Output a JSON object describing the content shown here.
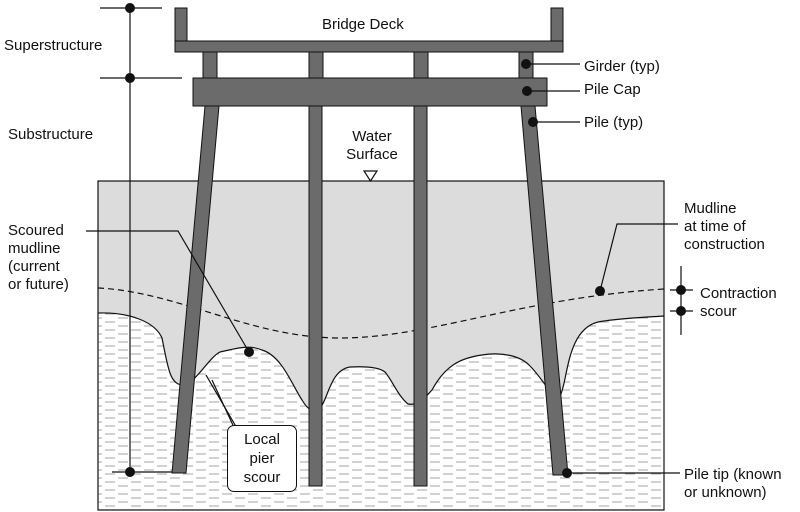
{
  "labels": {
    "bridge_deck": "Bridge Deck",
    "superstructure": "Superstructure",
    "substructure": "Substructure",
    "girder": "Girder (typ)",
    "pile_cap": "Pile Cap",
    "pile": "Pile (typ)",
    "water_surface_1": "Water",
    "water_surface_2": "Surface",
    "mudline_1": "Mudline",
    "mudline_2": "at time of",
    "mudline_3": "construction",
    "scoured_1": "Scoured",
    "scoured_2": "mudline",
    "scoured_3": "(current",
    "scoured_4": "or future)",
    "contraction_1": "Contraction",
    "contraction_2": "scour",
    "local_1": "Local",
    "local_2": "pier",
    "local_3": "scour",
    "pile_tip_1": "Pile tip (known",
    "pile_tip_2": "or unknown)"
  },
  "colors": {
    "water": "#dcdcdc",
    "structure": "#6b6b6b",
    "outline": "#111111",
    "soil_hatch": "#9a9a9a",
    "background": "#ffffff"
  }
}
